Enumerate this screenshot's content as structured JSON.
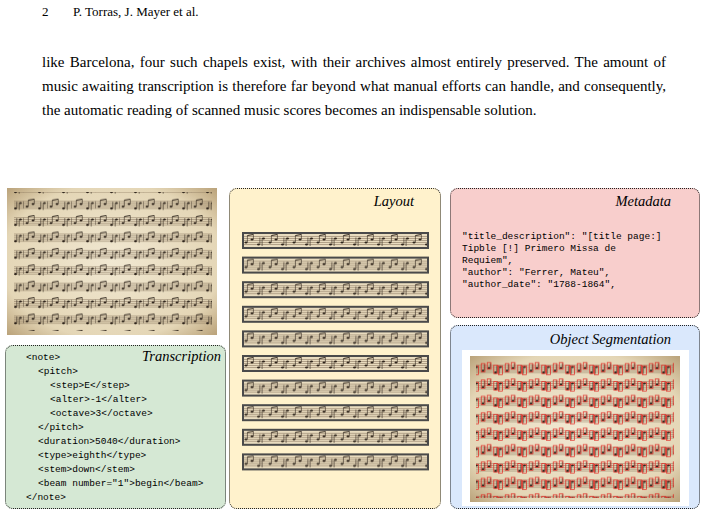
{
  "diagram": {
    "nodes": [
      {
        "text": [
          "Layout"
        ]
      },
      {
        "text": [
          "Metadata",
          "\"title_description\": \"[title page:] Tipble [!] Primero Missa de Requiem\",",
          "\"author\": \"Ferrer, Mateu\",",
          "\"author_date\": \"1788-1864\","
        ]
      },
      {
        "text": [
          "Transcription",
          "<note>",
          "<pitch>",
          "<step>E</step>",
          "<alter>-1</alter>",
          "<octave>3</octave>",
          "</pitch>",
          "<duration>5040</duration>",
          "<type>eighth</type>",
          "<stem>down</stem>",
          "<beam number=\"1\">begin</beam>",
          "</note>"
        ]
      },
      {
        "text": [
          "Object Segmentation"
        ]
      }
    ],
    "labels": [
      "2",
      "P. Torras, J. Mayer et al.",
      "like Barcelona, four such chapels exist, with their archives almost entirely preserved. The amount of music awaiting transcription is therefore far beyond what manual efforts can handle, and consequently, the automatic reading of scanned music scores becomes an indispensable solution."
    ]
  }
}
